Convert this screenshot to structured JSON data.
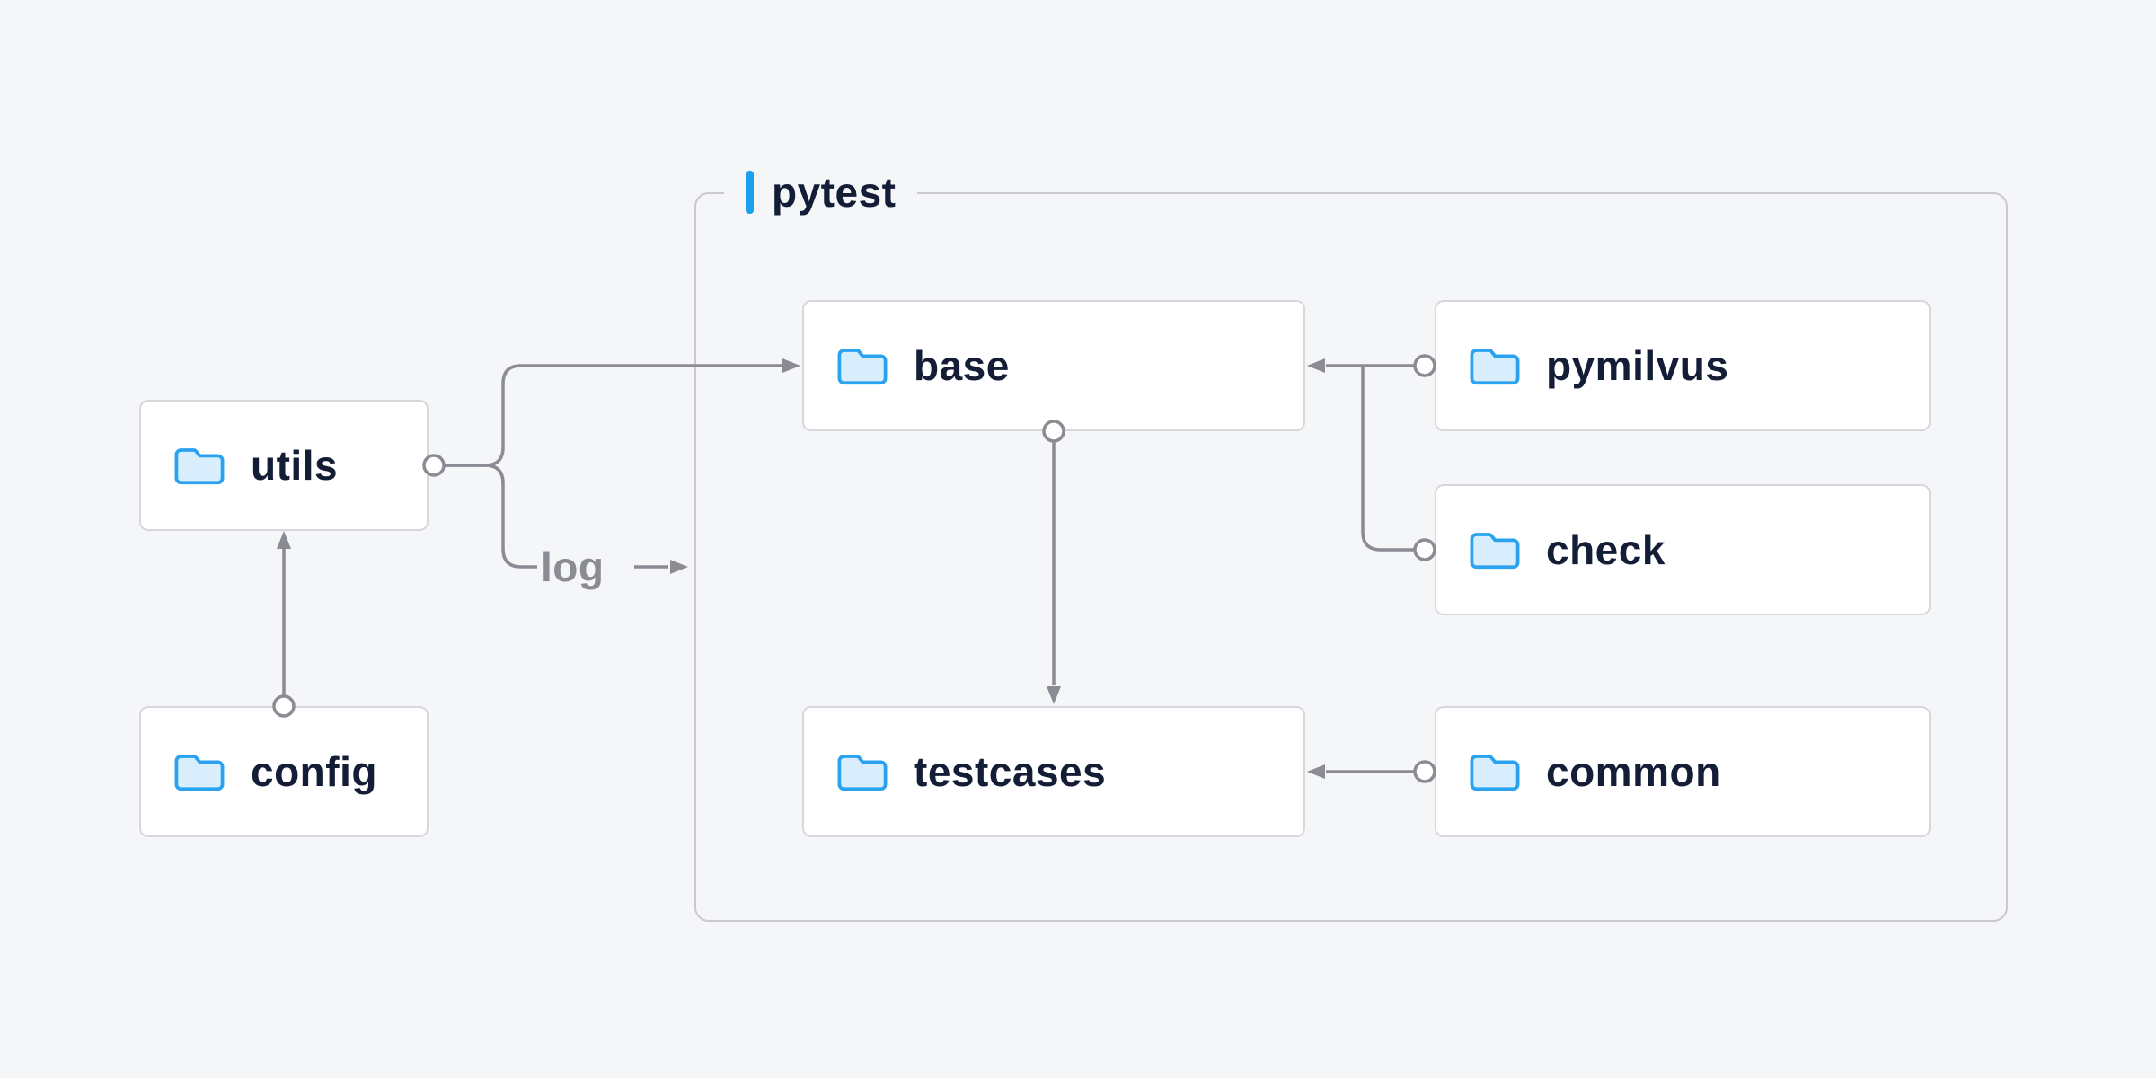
{
  "diagram": {
    "background_color": "#f5f6f8",
    "accent_color": "#19a0ee",
    "text_color": "#131d36",
    "line_color": "#8b8b93",
    "node_border_color": "#d7d7dd",
    "folder_icon_fill": "#d9eefd",
    "folder_icon_stroke": "#2aa2ef",
    "group": {
      "label": "pytest"
    },
    "nodes": {
      "utils": {
        "label": "utils",
        "icon": "folder-icon"
      },
      "config": {
        "label": "config",
        "icon": "folder-icon"
      },
      "base": {
        "label": "base",
        "icon": "folder-icon"
      },
      "pymilvus": {
        "label": "pymilvus",
        "icon": "folder-icon"
      },
      "check": {
        "label": "check",
        "icon": "folder-icon"
      },
      "testcases": {
        "label": "testcases",
        "icon": "folder-icon"
      },
      "common": {
        "label": "common",
        "icon": "folder-icon"
      }
    },
    "edges": [
      {
        "from": "config",
        "to": "utils",
        "label": ""
      },
      {
        "from": "utils",
        "to": "base",
        "label": ""
      },
      {
        "from": "utils",
        "to": "pytest-group",
        "label": "log"
      },
      {
        "from": "base",
        "to": "testcases",
        "label": ""
      },
      {
        "from": "pymilvus",
        "to": "base",
        "label": ""
      },
      {
        "from": "check",
        "to": "base",
        "label": ""
      },
      {
        "from": "common",
        "to": "testcases",
        "label": ""
      }
    ],
    "edge_labels": {
      "log": "log"
    }
  }
}
